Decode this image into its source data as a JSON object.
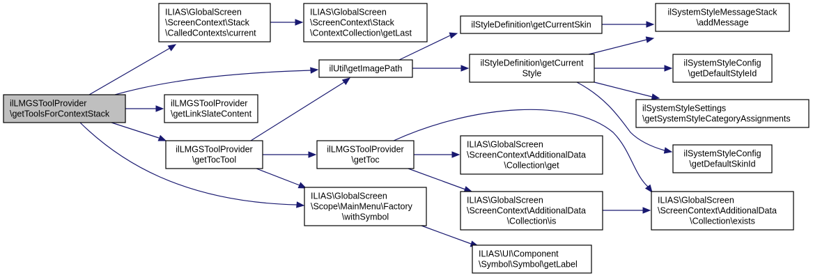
{
  "title": "Call graph for ilLMGSToolProvider\\getToolsForContextStack",
  "colors": {
    "edge": "#191970",
    "root_fill": "#bfbfbf",
    "node_fill": "#ffffff",
    "node_border": "#000000"
  },
  "nodes": [
    {
      "id": "root",
      "lines": [
        "ilLMGSToolProvider",
        "\\getToolsForContextStack"
      ],
      "root": true,
      "align": "start"
    },
    {
      "id": "calledCurrent",
      "lines": [
        "ILIAS\\GlobalScreen",
        "\\ScreenContext\\Stack",
        "\\CalledContexts\\current"
      ],
      "align": "start"
    },
    {
      "id": "getLast",
      "lines": [
        "ILIAS\\GlobalScreen",
        "\\ScreenContext\\Stack",
        "\\ContextCollection\\getLast"
      ],
      "align": "start"
    },
    {
      "id": "getImagePath",
      "lines": [
        "ilUtil\\getImagePath"
      ],
      "align": "middle"
    },
    {
      "id": "getLinkSlate",
      "lines": [
        "ilLMGSToolProvider",
        "\\getLinkSlateContent"
      ],
      "align": "start"
    },
    {
      "id": "getTocTool",
      "lines": [
        "ilLMGSToolProvider",
        "\\getTocTool"
      ],
      "align": "middle"
    },
    {
      "id": "withSymbol",
      "lines": [
        "ILIAS\\GlobalScreen",
        "\\Scope\\MainMenu\\Factory",
        "\\withSymbol"
      ],
      "align": "start",
      "last_center": true
    },
    {
      "id": "getCurrentSkin",
      "lines": [
        "ilStyleDefinition\\getCurrentSkin"
      ],
      "align": "middle"
    },
    {
      "id": "getCurrentStyle",
      "lines": [
        "ilStyleDefinition\\getCurrent",
        "Style"
      ],
      "align": "middle"
    },
    {
      "id": "getToc",
      "lines": [
        "ilLMGSToolProvider",
        "\\getToc"
      ],
      "align": "middle"
    },
    {
      "id": "collGet",
      "lines": [
        "ILIAS\\GlobalScreen",
        "\\ScreenContext\\AdditionalData",
        "\\Collection\\get"
      ],
      "align": "start",
      "last_center": true
    },
    {
      "id": "collIs",
      "lines": [
        "ILIAS\\GlobalScreen",
        "\\ScreenContext\\AdditionalData",
        "\\Collection\\is"
      ],
      "align": "start",
      "last_center": true
    },
    {
      "id": "getLabel",
      "lines": [
        "ILIAS\\UI\\Component",
        "\\Symbol\\Symbol\\getLabel"
      ],
      "align": "start"
    },
    {
      "id": "addMessage",
      "lines": [
        "ilSystemStyleMessageStack",
        "\\addMessage"
      ],
      "align": "middle"
    },
    {
      "id": "defStyleId",
      "lines": [
        "ilSystemStyleConfig",
        "\\getDefaultStyleId"
      ],
      "align": "middle"
    },
    {
      "id": "catAssign",
      "lines": [
        "ilSystemStyleSettings",
        "\\getSystemStyleCategoryAssignments"
      ],
      "align": "start"
    },
    {
      "id": "defSkinId",
      "lines": [
        "ilSystemStyleConfig",
        "\\getDefaultSkinId"
      ],
      "align": "middle"
    },
    {
      "id": "collExists",
      "lines": [
        "ILIAS\\GlobalScreen",
        "\\ScreenContext\\AdditionalData",
        "\\Collection\\exists"
      ],
      "align": "start",
      "last_center": true
    }
  ],
  "edges": [
    {
      "from": "root",
      "to": "calledCurrent"
    },
    {
      "from": "root",
      "to": "getImagePath"
    },
    {
      "from": "root",
      "to": "getLinkSlate"
    },
    {
      "from": "root",
      "to": "getTocTool"
    },
    {
      "from": "root",
      "to": "withSymbol"
    },
    {
      "from": "calledCurrent",
      "to": "getLast"
    },
    {
      "from": "getImagePath",
      "to": "getCurrentSkin"
    },
    {
      "from": "getImagePath",
      "to": "getCurrentStyle"
    },
    {
      "from": "getTocTool",
      "to": "getImagePath"
    },
    {
      "from": "getTocTool",
      "to": "getToc"
    },
    {
      "from": "getTocTool",
      "to": "withSymbol"
    },
    {
      "from": "withSymbol",
      "to": "getLabel"
    },
    {
      "from": "getCurrentSkin",
      "to": "addMessage"
    },
    {
      "from": "getCurrentStyle",
      "to": "addMessage"
    },
    {
      "from": "getCurrentStyle",
      "to": "defStyleId"
    },
    {
      "from": "getCurrentStyle",
      "to": "catAssign"
    },
    {
      "from": "getCurrentStyle",
      "to": "defSkinId"
    },
    {
      "from": "getToc",
      "to": "collGet"
    },
    {
      "from": "getToc",
      "to": "collIs"
    },
    {
      "from": "getToc",
      "to": "collExists"
    },
    {
      "from": "collIs",
      "to": "collExists"
    }
  ]
}
